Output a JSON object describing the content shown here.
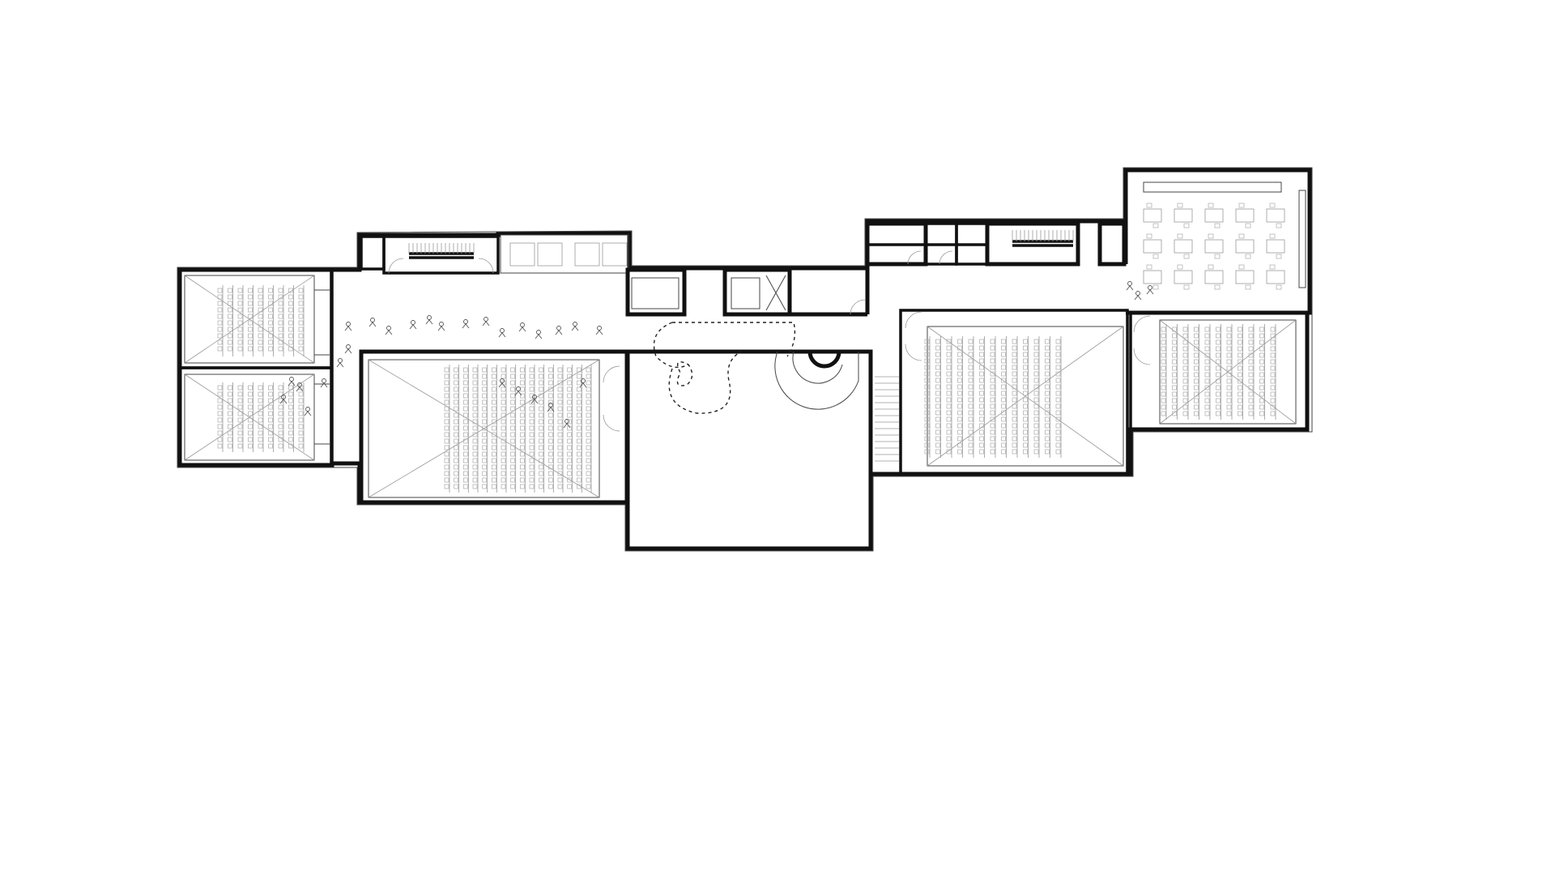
{
  "drawing": {
    "type": "architectural-floor-plan",
    "colors": {
      "background": "#ffffff",
      "wall": "#111111",
      "fixture": "#aaaaaa"
    }
  },
  "rooms": [
    {
      "id": "cinema-left-upper",
      "seat_rows": 9
    },
    {
      "id": "cinema-left-lower",
      "seat_rows": 9
    },
    {
      "id": "cinema-center-left",
      "seat_rows": 16
    },
    {
      "id": "cinema-center-right",
      "seat_rows": 13
    },
    {
      "id": "cinema-right",
      "seat_rows": 11
    },
    {
      "id": "cafe",
      "table_rows": 3,
      "table_columns": 5
    },
    {
      "id": "open-hall"
    },
    {
      "id": "stair-left"
    },
    {
      "id": "stair-right"
    },
    {
      "id": "elevators"
    },
    {
      "id": "toilets"
    },
    {
      "id": "foyer"
    }
  ]
}
